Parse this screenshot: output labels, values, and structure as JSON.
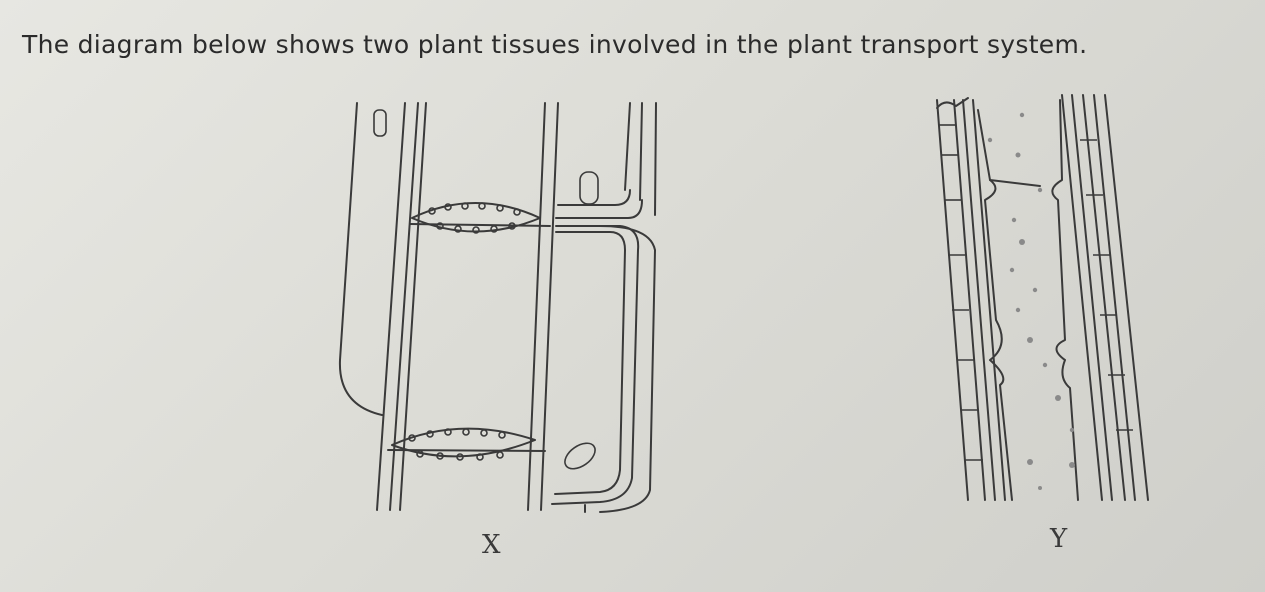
{
  "question_text": "The diagram below shows two plant tissues involved in the plant transport system.",
  "diagram": {
    "label_x": "X",
    "label_y": "Y"
  }
}
